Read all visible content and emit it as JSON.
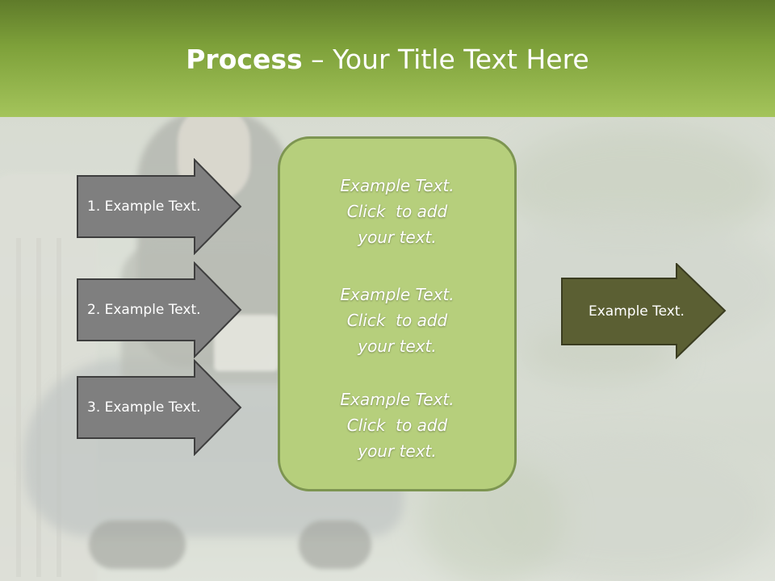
{
  "title": {
    "bold": "Process",
    "rest": " – Your Title Text Here"
  },
  "left_steps": [
    {
      "label": "1. Example Text."
    },
    {
      "label": "2. Example Text."
    },
    {
      "label": "3. Example Text."
    }
  ],
  "center_box": {
    "blocks": [
      {
        "line1": "Example Text.",
        "line2": "Click  to add",
        "line3": "your text."
      },
      {
        "line1": "Example Text.",
        "line2": "Click  to add",
        "line3": "your text."
      },
      {
        "line1": "Example Text.",
        "line2": "Click  to add",
        "line3": "your text."
      }
    ]
  },
  "result_arrow": {
    "label": "Example Text."
  },
  "colors": {
    "header_top": "#5f7b2a",
    "header_bottom": "#a4c45b",
    "step_arrow_fill": "#7f7f7f",
    "result_arrow_fill": "#5b5f33",
    "center_box_fill": "#b6cf7c",
    "center_box_border": "#7d9551"
  }
}
